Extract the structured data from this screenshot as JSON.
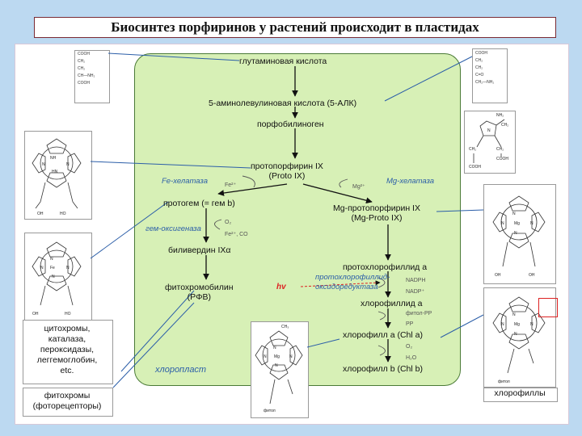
{
  "title": "Биосинтез порфиринов у растений происходит в пластидах",
  "pathway": {
    "glutamic_acid": "глутаминовая кислота",
    "ala": "5-аминолевулиновая кислота (5-АЛК)",
    "pbg": "порфобилиноген",
    "proto_line1": "протопорфирин IX",
    "proto_line2": "(Proto IX)",
    "protoheme": "протогем (= гем b)",
    "mgproto_line1": "Mg-протопорфирин IX",
    "mgproto_line2": "(Mg-Proto IX)",
    "biliverdin": "биливердин IXα",
    "pchlide": "протохлорофиллид a",
    "phytochromobilin_line1": "фитохромобилин",
    "phytochromobilin_line2": "(PΦB)",
    "chlide": "хлорофиллид a",
    "chla": "хлорофилл a (Chl a)",
    "chlb": "хлорофилл b (Chl b)"
  },
  "enzymes": {
    "fe_chelatase": "Fe-хелатаза",
    "mg_chelatase": "Mg-хелатаза",
    "heme_oxygenase": "гем-оксигеназа",
    "por_line1": "протохлорофиллид-",
    "por_line2": "оксидоредуктаза",
    "hv": "hv",
    "plastid": "хлоропласт"
  },
  "cofactors": {
    "fe": "Fe²⁺",
    "mg": "Mg²⁺",
    "o2": "O₂",
    "fe_co": "Fe²⁺, CO",
    "nadph": "NADPH",
    "nadp": "NADP⁺",
    "phytol_pp": "фитол-PP",
    "pp": "PP",
    "o2b": "O₂",
    "h2o": "H₂O"
  },
  "boxes": {
    "cytochromes": [
      "цитохромы,",
      "каталаза,",
      "пероксидазы,",
      "леггемоглобин,",
      "etc."
    ],
    "phytochromes": [
      "фитохромы",
      "(фоторецепторы)"
    ],
    "chlorophylls": "хлорофиллы"
  },
  "structures": {
    "glu_formula": [
      "COOH",
      "CH₂",
      "CH₂",
      "CH—NH₂",
      "COOH"
    ],
    "ala_formula": [
      "COOH",
      "CH₂",
      "CH₂",
      "C=O",
      "CH₂—NH₂"
    ],
    "pbg_formula": [
      "NH₂",
      "CH₂",
      "N",
      "CH₂",
      "CH₂",
      "COOH",
      "COOH"
    ],
    "proto_atoms": [
      "NH",
      "N",
      "N",
      "HN",
      "OH",
      "HO"
    ],
    "heme_atoms": [
      "Fe",
      "N",
      "N",
      "N",
      "N",
      "OH",
      "HO"
    ],
    "mgp_atoms": [
      "Mg",
      "N",
      "N",
      "N",
      "N",
      "OH",
      "OH"
    ],
    "chla_atoms": [
      "Mg",
      "N",
      "N",
      "N",
      "N",
      "CH₃",
      "фитол"
    ],
    "chl_atoms": [
      "Mg",
      "N",
      "N",
      "N",
      "N",
      "фитол"
    ]
  }
}
